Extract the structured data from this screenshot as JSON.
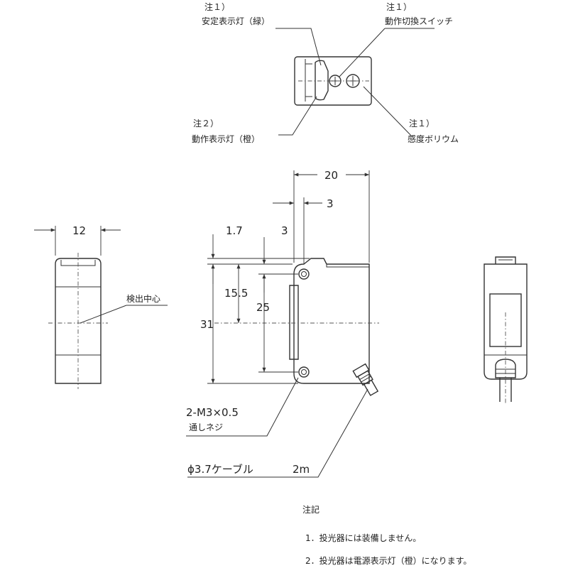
{
  "top_view": {
    "note_stability_led": [
      "注１）",
      "安定表示灯（緑）"
    ],
    "note_mode_switch": [
      "注１）",
      "動作切換スイッチ"
    ],
    "note_operation_led": [
      "注２）",
      "動作表示灯（橙）"
    ],
    "note_sensitivity": [
      "注１）",
      "感度ボリウム"
    ]
  },
  "side_view": {
    "dim_width": "12",
    "label_detection_center": "検出中心"
  },
  "front_view": {
    "dim_20": "20",
    "dim_3_top": "3",
    "dim_1_7": "1.7",
    "dim_3_mid": "3",
    "dim_15_5": "15.5",
    "dim_25": "25",
    "dim_31": "31",
    "screw_spec": "2-M3×0.5",
    "screw_note": "通しネジ",
    "cable_spec": "ϕ3.7ケーブル",
    "cable_length": "2m"
  },
  "notes": {
    "heading": "注記",
    "note1": "1．投光器には装備しません。",
    "note2": "2．投光器は電源表示灯（橙）になります。"
  }
}
